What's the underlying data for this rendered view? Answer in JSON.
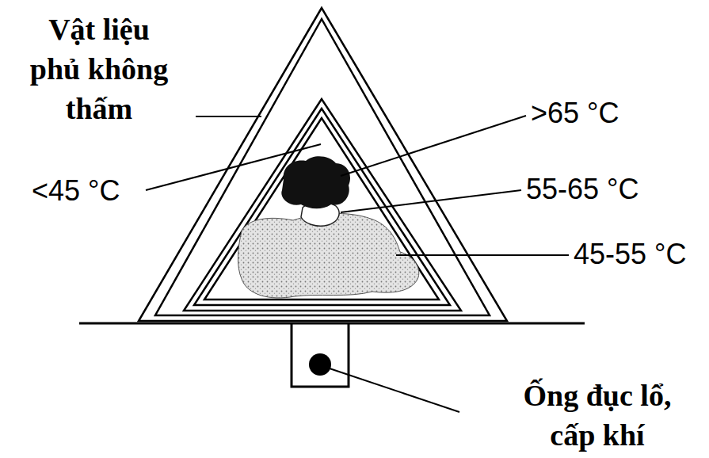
{
  "diagram": {
    "labels": [
      "Vật liệu phủ không thấm",
      "<45 °C",
      ">65 °C",
      "55-65 °C",
      "45-55 °C",
      "Ống đục lổ, cấp khí"
    ]
  }
}
